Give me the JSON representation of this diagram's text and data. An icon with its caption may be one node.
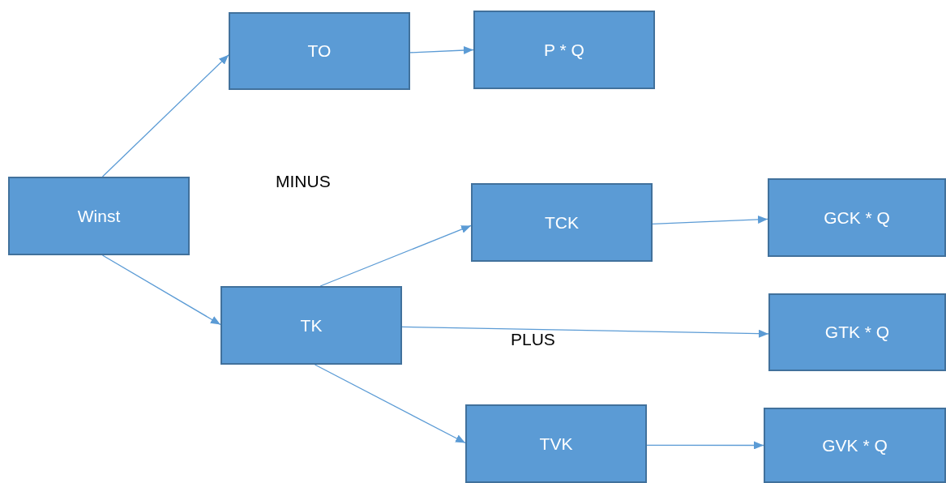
{
  "diagram": {
    "nodes": [
      {
        "text": [
          "Winst"
        ]
      },
      {
        "text": [
          "TO"
        ]
      },
      {
        "text": [
          "P * Q"
        ]
      },
      {
        "text": [
          "TCK"
        ]
      },
      {
        "text": [
          "GCK * Q"
        ]
      },
      {
        "text": [
          "TK"
        ]
      },
      {
        "text": [
          "GTK * Q"
        ]
      },
      {
        "text": [
          "TVK"
        ]
      },
      {
        "text": [
          "GVK * Q"
        ]
      }
    ],
    "edges": [
      {
        "from": 0,
        "to": 1,
        "arrow": "to"
      },
      {
        "from": 1,
        "to": 2,
        "arrow": "to"
      },
      {
        "from": 0,
        "to": 5,
        "arrow": "to"
      },
      {
        "from": 5,
        "to": 3,
        "arrow": "to"
      },
      {
        "from": 3,
        "to": 4,
        "arrow": "to"
      },
      {
        "from": 5,
        "to": 6,
        "arrow": "to"
      },
      {
        "from": 5,
        "to": 7,
        "arrow": "to"
      },
      {
        "from": 7,
        "to": 8,
        "arrow": "to"
      }
    ],
    "labels": [
      "MINUS",
      "PLUS"
    ]
  }
}
